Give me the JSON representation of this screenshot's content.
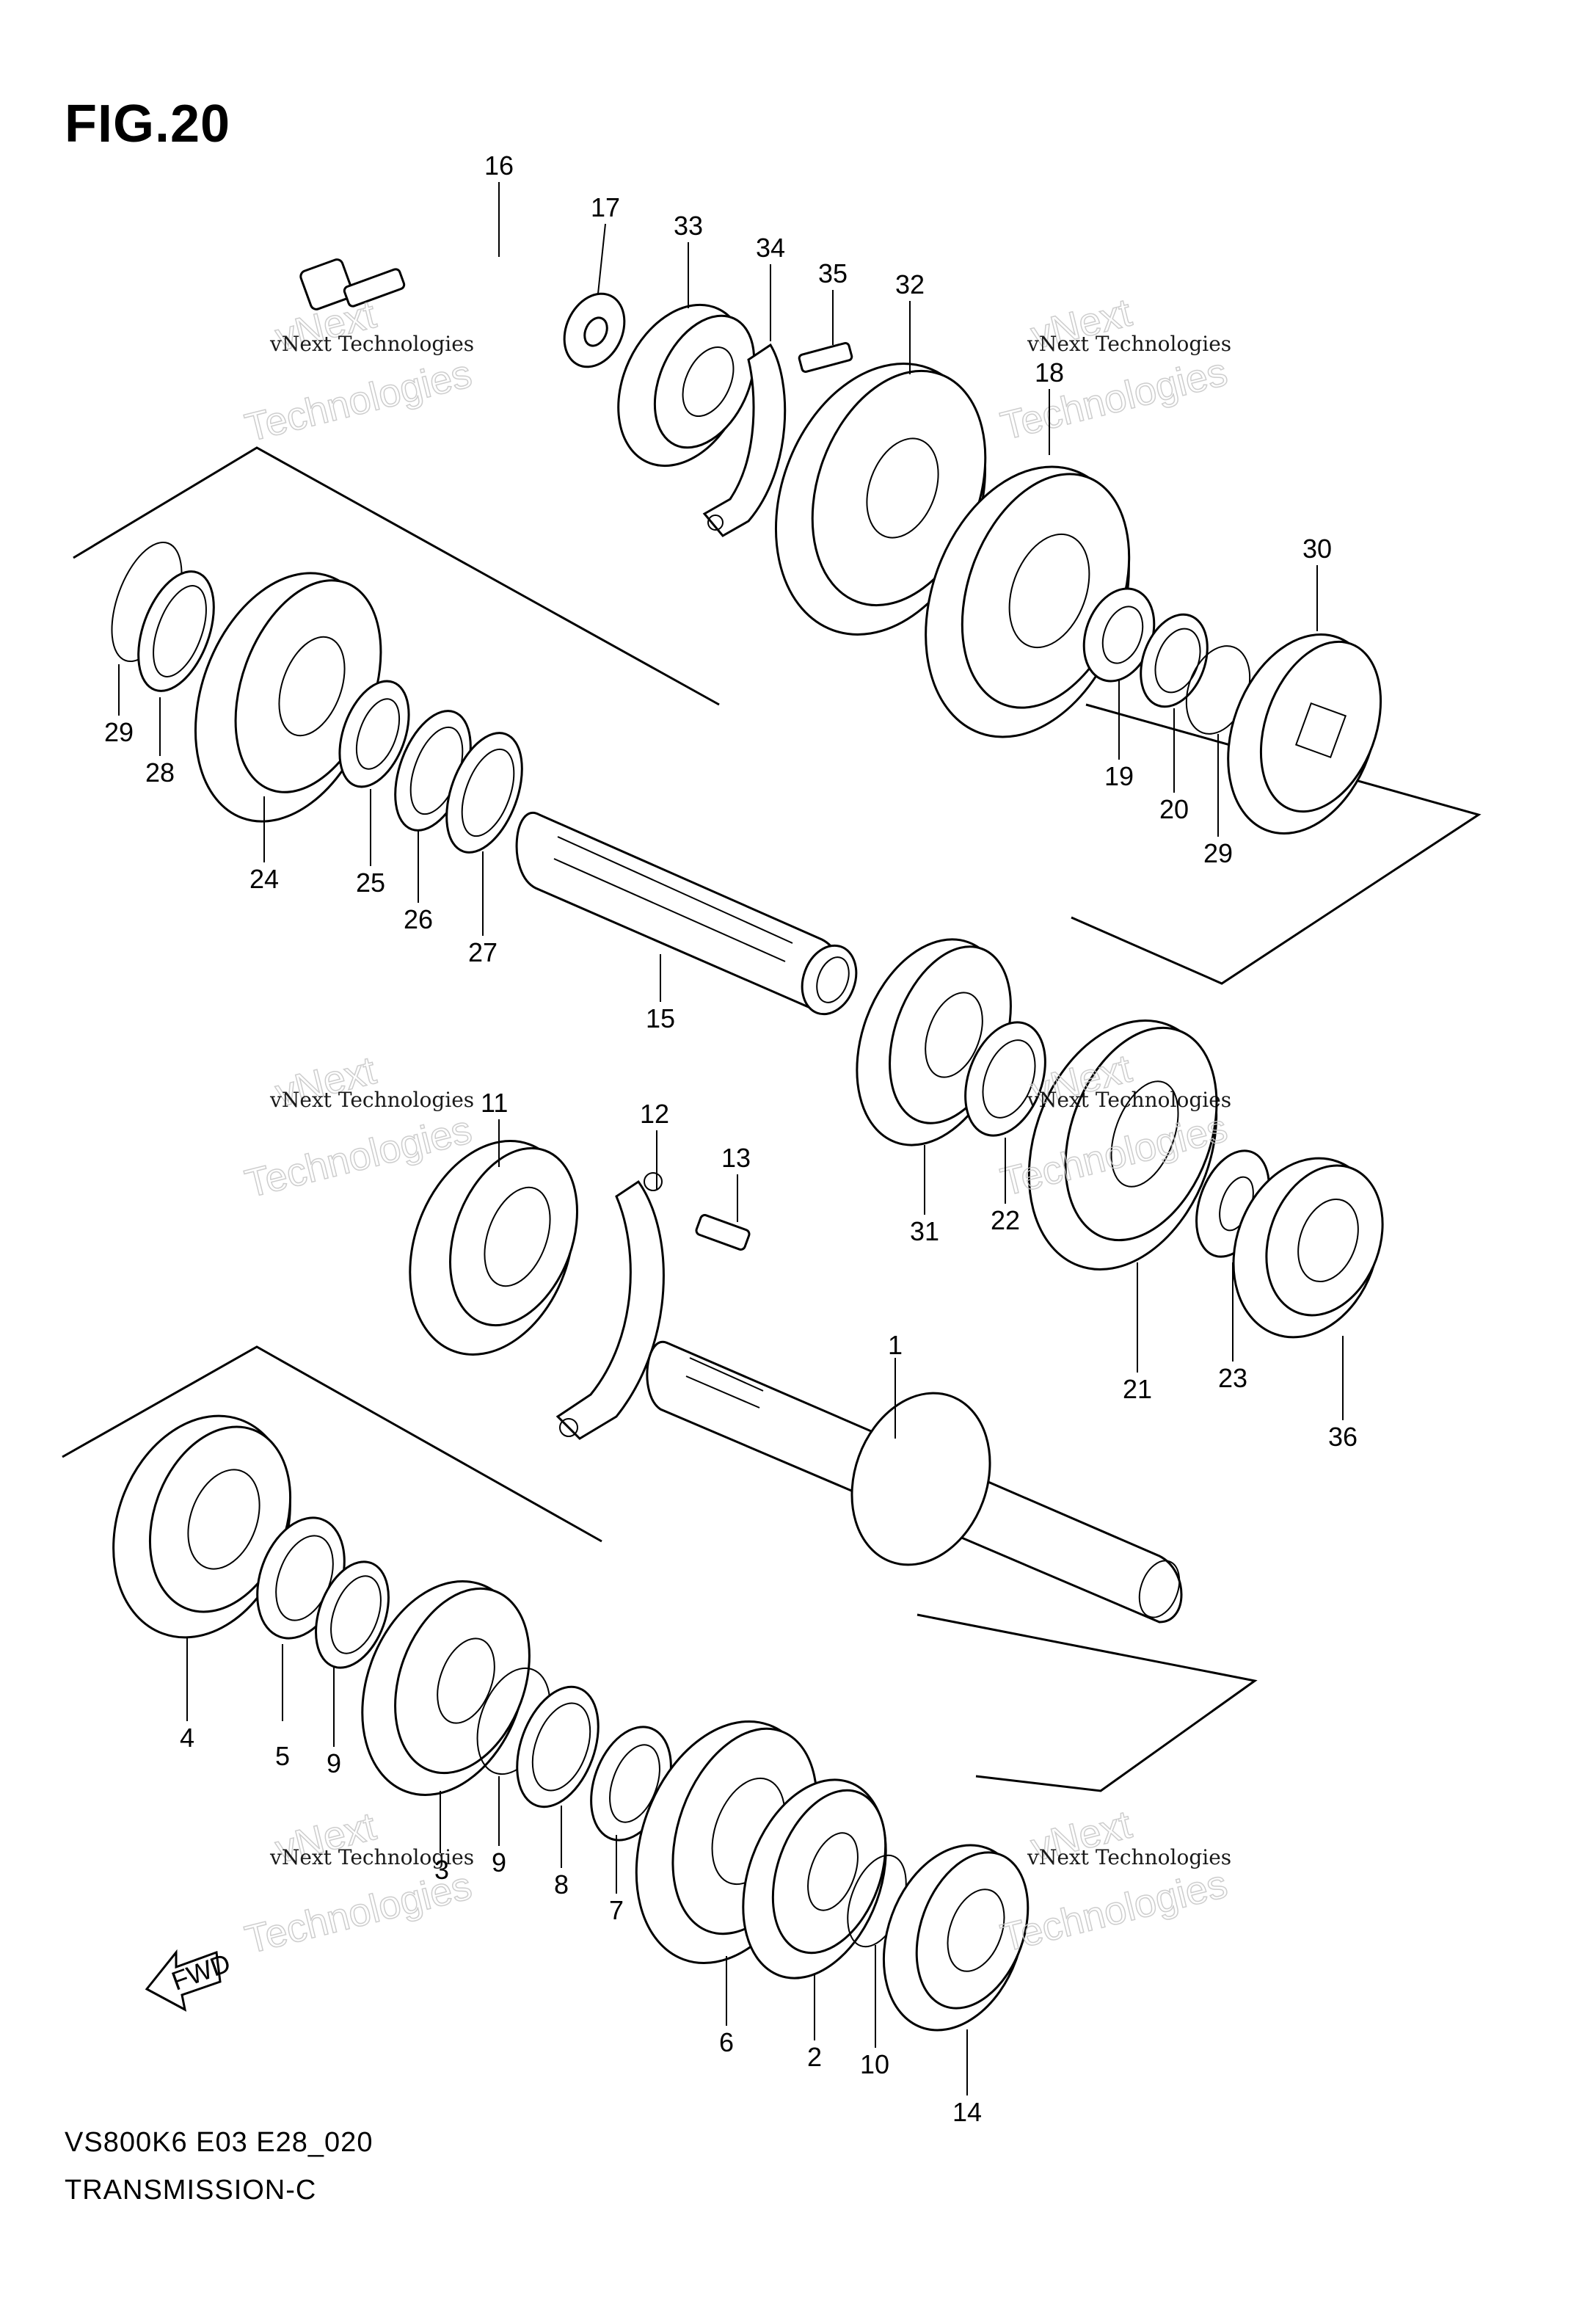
{
  "figure": {
    "title": "FIG.20"
  },
  "footer": {
    "code": "VS800K6 E03 E28_020",
    "name": "TRANSMISSION-C"
  },
  "watermark": {
    "line1": "vNext Technologies",
    "line2": "vNext",
    "line3": "Technologies"
  },
  "fwd_label": "FWD",
  "callouts": [
    "1",
    "2",
    "3",
    "4",
    "5",
    "6",
    "7",
    "8",
    "9",
    "9",
    "10",
    "11",
    "12",
    "13",
    "14",
    "15",
    "16",
    "17",
    "18",
    "19",
    "20",
    "21",
    "22",
    "23",
    "24",
    "25",
    "26",
    "27",
    "28",
    "29",
    "29",
    "30",
    "31",
    "32",
    "33",
    "34",
    "35",
    "36"
  ]
}
